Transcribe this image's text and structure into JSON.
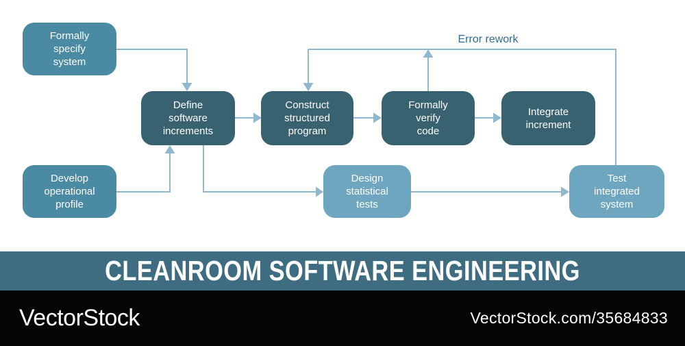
{
  "title": "CLEANROOM SOFTWARE ENGINEERING",
  "annotation": "Error rework",
  "footer": {
    "logo": "VectorStock",
    "url": "VectorStock.com/35684833"
  },
  "colors": {
    "box_medium": "#4a8aa3",
    "box_dark": "#386270",
    "box_light": "#6fa6bf",
    "arrow": "#90b8ce",
    "annotation_text": "#2e6c8c",
    "title_bar": "#3e6c80",
    "footer_bg": "#050505",
    "text_on_boxes": "#ffffff",
    "background": "#ffffff"
  },
  "diagram": {
    "boxes": [
      {
        "id": "formally-specify-system",
        "label": "Formally\nspecify\nsystem",
        "tone": "medium"
      },
      {
        "id": "develop-operational-profile",
        "label": "Develop\noperational\nprofile",
        "tone": "medium"
      },
      {
        "id": "define-software-increments",
        "label": "Define\nsoftware\nincrements",
        "tone": "dark"
      },
      {
        "id": "construct-structured-program",
        "label": "Construct\nstructured\nprogram",
        "tone": "dark"
      },
      {
        "id": "formally-verify-code",
        "label": "Formally\nverify\ncode",
        "tone": "dark"
      },
      {
        "id": "integrate-increment",
        "label": "Integrate\nincrement",
        "tone": "dark"
      },
      {
        "id": "design-statistical-tests",
        "label": "Design\nstatistical\ntests",
        "tone": "light"
      },
      {
        "id": "test-integrated-system",
        "label": "Test\nintegrated\nsystem",
        "tone": "light"
      }
    ],
    "connections": [
      {
        "from": "formally-specify-system",
        "to": "define-software-increments"
      },
      {
        "from": "develop-operational-profile",
        "to": "define-software-increments"
      },
      {
        "from": "define-software-increments",
        "to": "construct-structured-program"
      },
      {
        "from": "define-software-increments",
        "to": "design-statistical-tests"
      },
      {
        "from": "construct-structured-program",
        "to": "formally-verify-code"
      },
      {
        "from": "formally-verify-code",
        "to": "integrate-increment"
      },
      {
        "from": "design-statistical-tests",
        "to": "test-integrated-system"
      },
      {
        "from": "formally-verify-code",
        "to": "error-rework-line"
      },
      {
        "from": "test-integrated-system",
        "to": "error-rework-line"
      },
      {
        "from": "error-rework-line",
        "to": "construct-structured-program"
      }
    ]
  }
}
